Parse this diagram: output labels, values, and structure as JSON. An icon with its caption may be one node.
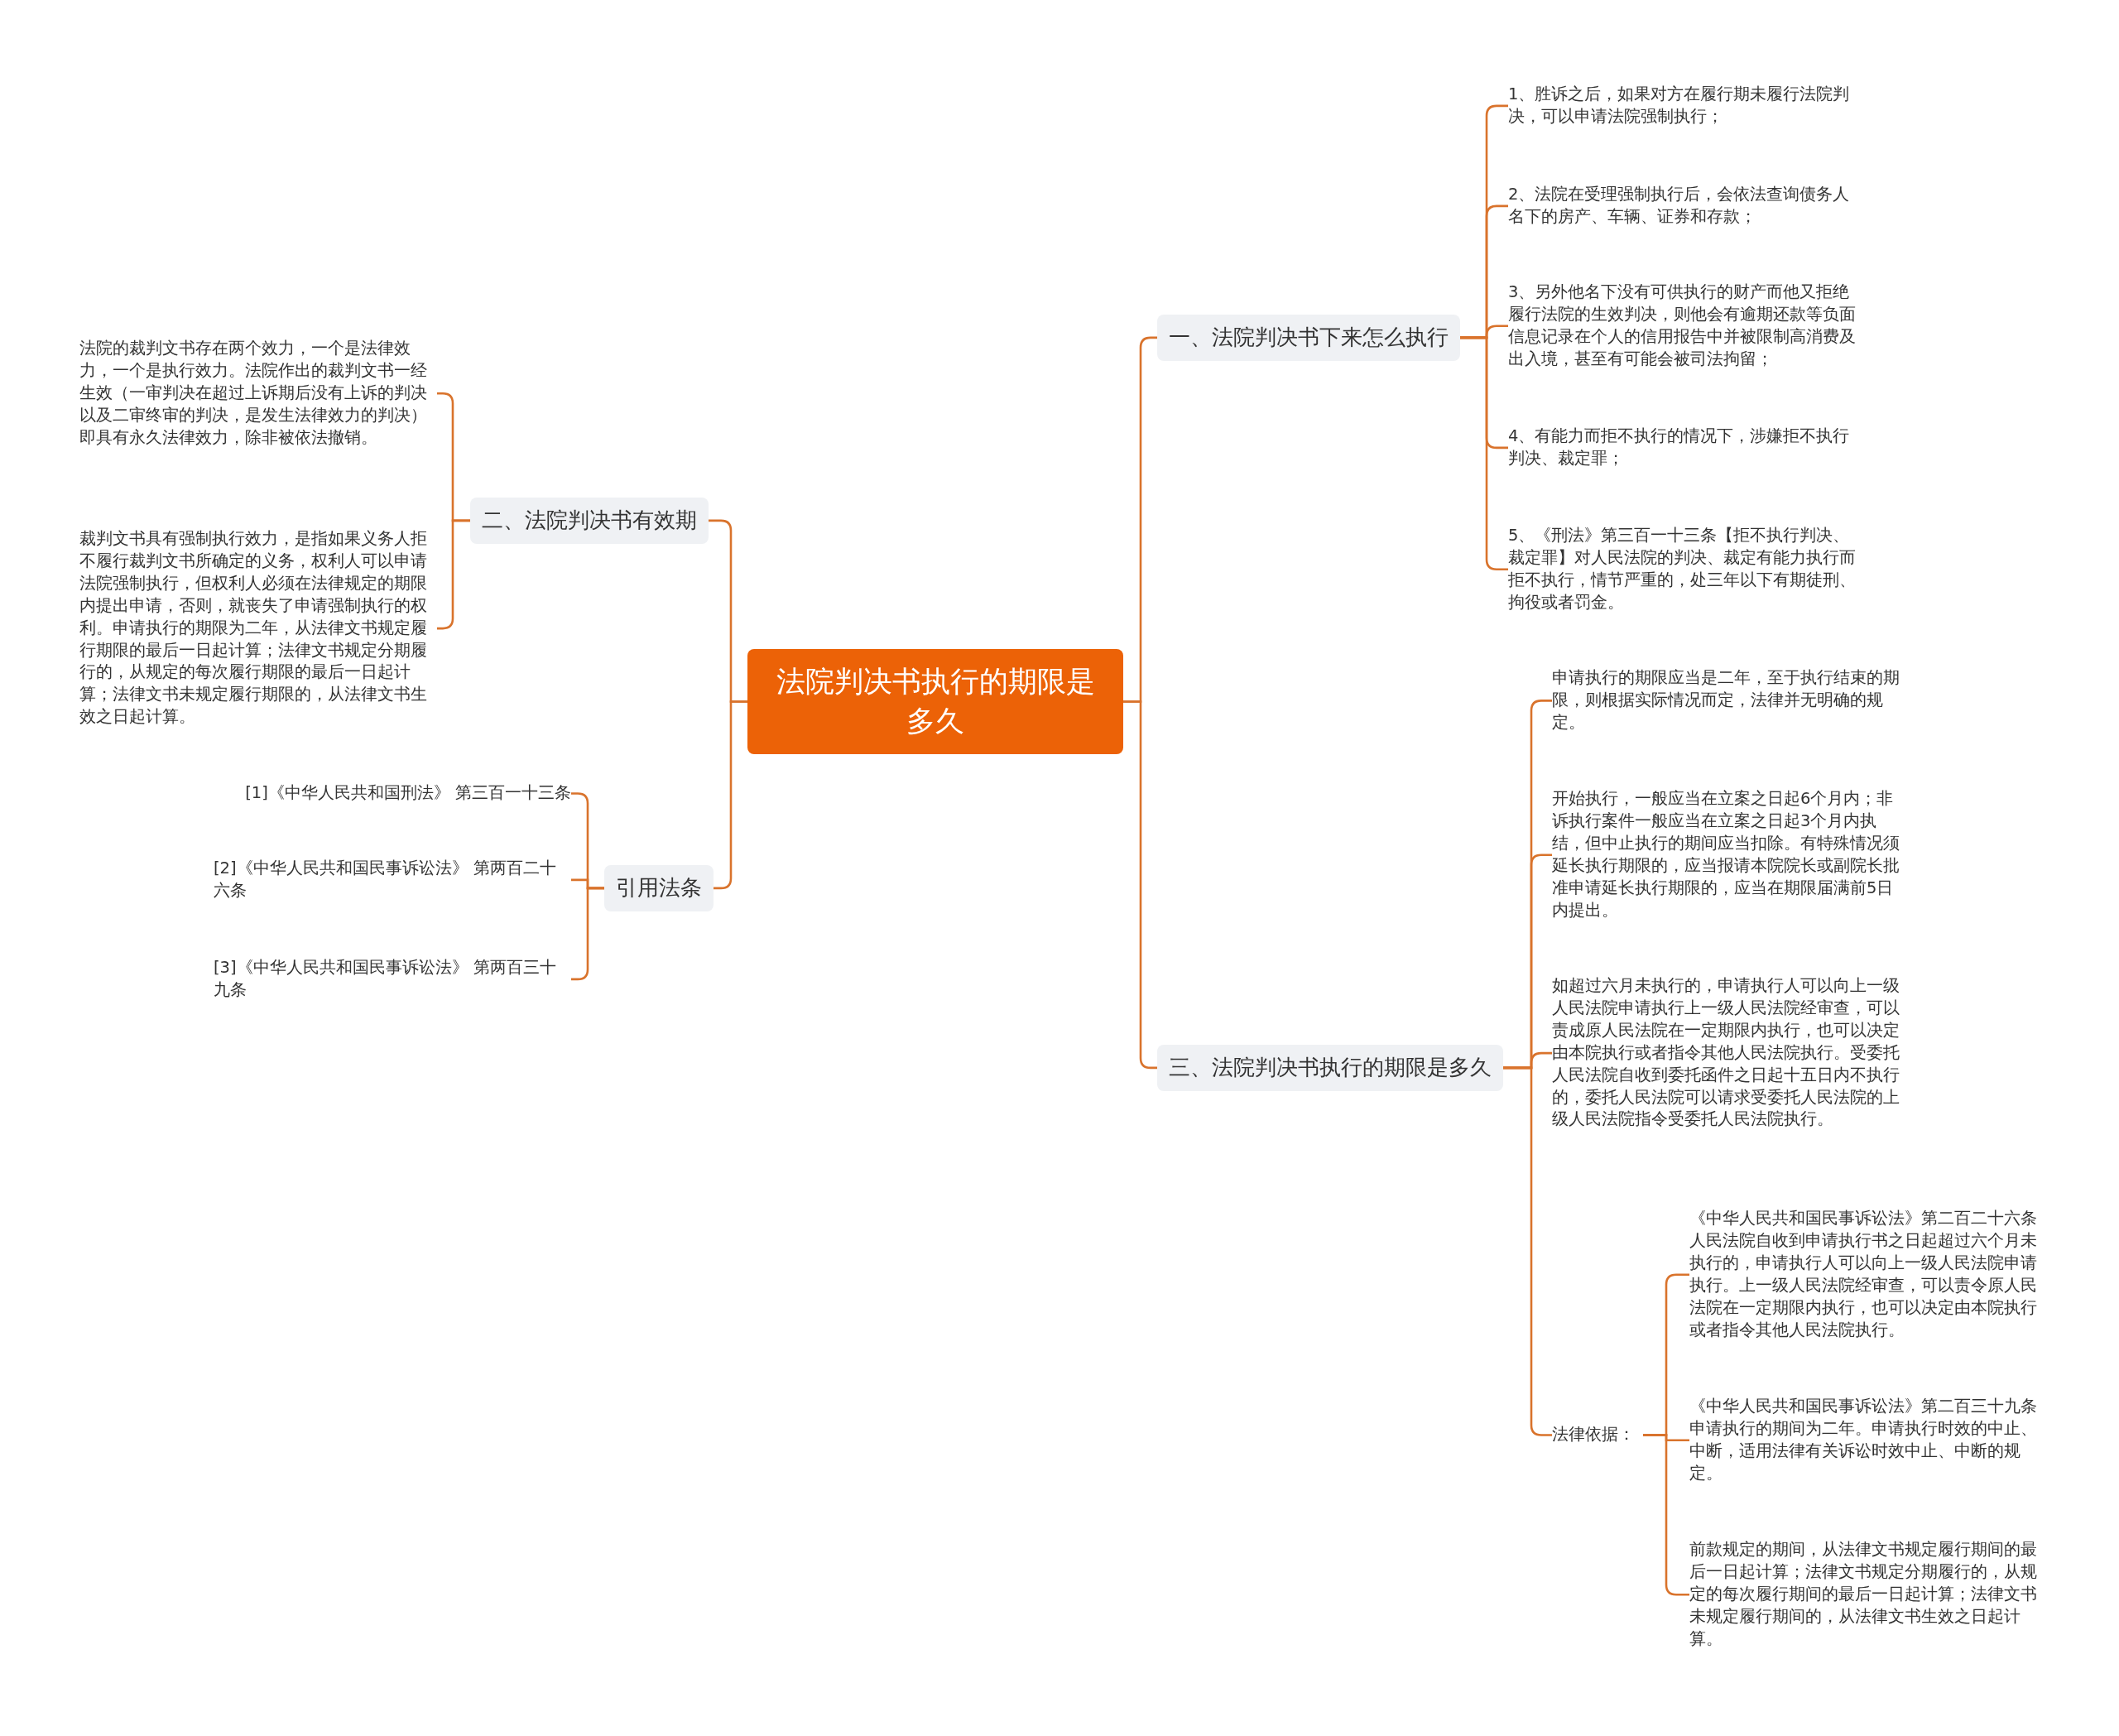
{
  "diagram": {
    "nodes": [
      {
        "text": [
          "法院判决书执行的期限是多久"
        ]
      },
      {
        "text": [
          "一、法院判决书下来怎么执行"
        ]
      },
      {
        "text": [
          "1、胜诉之后，如果对方在履行期未履行法院判决，可以申请法院强制执行；"
        ]
      },
      {
        "text": [
          "2、法院在受理强制执行后，会依法查询债务人名下的房产、车辆、证券和存款；"
        ]
      },
      {
        "text": [
          "3、另外他名下没有可供执行的财产而他又拒绝履行法院的生效判决，则他会有逾期还款等负面信息记录在个人的信用报告中并被限制高消费及出入境，甚至有可能会被司法拘留；"
        ]
      },
      {
        "text": [
          "4、有能力而拒不执行的情况下，涉嫌拒不执行判决、裁定罪；"
        ]
      },
      {
        "text": [
          "5、《刑法》第三百一十三条【拒不执行判决、裁定罪】对人民法院的判决、裁定有能力执行而拒不执行，情节严重的，处三年以下有期徒刑、拘役或者罚金。"
        ]
      },
      {
        "text": [
          "二、法院判决书有效期"
        ]
      },
      {
        "text": [
          "法院的裁判文书存在两个效力，一个是法律效力，一个是执行效力。法院作出的裁判文书一经生效（一审判决在超过上诉期后没有上诉的判决以及二审终审的判决，是发生法律效力的判决）即具有永久法律效力，除非被依法撤销。"
        ]
      },
      {
        "text": [
          "裁判文书具有强制执行效力，是指如果义务人拒不履行裁判文书所确定的义务，权利人可以申请法院强制执行，但权利人必须在法律规定的期限内提出申请，否则，就丧失了申请强制执行的权利。申请执行的期限为二年，从法律文书规定履行期限的最后一日起计算；法律文书规定分期履行的，从规定的每次履行期限的最后一日起计算；法律文书未规定履行期限的，从法律文书生效之日起计算。"
        ]
      },
      {
        "text": [
          "引用法条"
        ]
      },
      {
        "text": [
          "[1]《中华人民共和国刑法》 第三百一十三条"
        ]
      },
      {
        "text": [
          "[2]《中华人民共和国民事诉讼法》 第两百二十六条"
        ]
      },
      {
        "text": [
          "[3]《中华人民共和国民事诉讼法》 第两百三十九条"
        ]
      },
      {
        "text": [
          "三、法院判决书执行的期限是多久"
        ]
      },
      {
        "text": [
          "申请执行的期限应当是二年，至于执行结束的期限，则根据实际情况而定，法律并无明确的规定。"
        ]
      },
      {
        "text": [
          "开始执行，一般应当在立案之日起6个月内；非诉执行案件一般应当在立案之日起3个月内执结，但中止执行的期间应当扣除。有特殊情况须延长执行期限的，应当报请本院院长或副院长批准申请延长执行期限的，应当在期限届满前5日内提出。"
        ]
      },
      {
        "text": [
          "如超过六月未执行的，申请执行人可以向上一级人民法院申请执行上一级人民法院经审查，可以责成原人民法院在一定期限内执行，也可以决定由本院执行或者指令其他人民法院执行。受委托人民法院自收到委托函件之日起十五日内不执行的，委托人民法院可以请求受委托人民法院的上级人民法院指令受委托人民法院执行。"
        ]
      },
      {
        "text": [
          "法律依据："
        ]
      },
      {
        "text": [
          "《中华人民共和国民事诉讼法》第二百二十六条人民法院自收到申请执行书之日起超过六个月未执行的，申请执行人可以向上一级人民法院申请执行。上一级人民法院经审查，可以责令原人民法院在一定期限内执行，也可以决定由本院执行或者指令其他人民法院执行。"
        ]
      },
      {
        "text": [
          "《中华人民共和国民事诉讼法》第二百三十九条申请执行的期间为二年。申请执行时效的中止、中断，适用法律有关诉讼时效中止、中断的规定。"
        ]
      },
      {
        "text": [
          "前款规定的期间，从法律文书规定履行期间的最后一日起计算；法律文书规定分期履行的，从规定的每次履行期间的最后一日起计算；法律文书未规定履行期间的，从法律文书生效之日起计算。"
        ]
      }
    ],
    "edges": [
      {
        "from": 0,
        "to": 1,
        "arrow": "none"
      },
      {
        "from": 1,
        "to": 2,
        "arrow": "none"
      },
      {
        "from": 1,
        "to": 3,
        "arrow": "none"
      },
      {
        "from": 1,
        "to": 4,
        "arrow": "none"
      },
      {
        "from": 1,
        "to": 5,
        "arrow": "none"
      },
      {
        "from": 1,
        "to": 6,
        "arrow": "none"
      },
      {
        "from": 0,
        "to": 7,
        "arrow": "none"
      },
      {
        "from": 7,
        "to": 8,
        "arrow": "none"
      },
      {
        "from": 7,
        "to": 9,
        "arrow": "none"
      },
      {
        "from": 0,
        "to": 10,
        "arrow": "none"
      },
      {
        "from": 10,
        "to": 11,
        "arrow": "none"
      },
      {
        "from": 10,
        "to": 12,
        "arrow": "none"
      },
      {
        "from": 10,
        "to": 13,
        "arrow": "none"
      },
      {
        "from": 0,
        "to": 14,
        "arrow": "none"
      },
      {
        "from": 14,
        "to": 15,
        "arrow": "none"
      },
      {
        "from": 14,
        "to": 16,
        "arrow": "none"
      },
      {
        "from": 14,
        "to": 17,
        "arrow": "none"
      },
      {
        "from": 14,
        "to": 18,
        "arrow": "none"
      },
      {
        "from": 18,
        "to": 19,
        "arrow": "none"
      },
      {
        "from": 18,
        "to": 20,
        "arrow": "none"
      },
      {
        "from": 18,
        "to": 21,
        "arrow": "none"
      }
    ]
  }
}
